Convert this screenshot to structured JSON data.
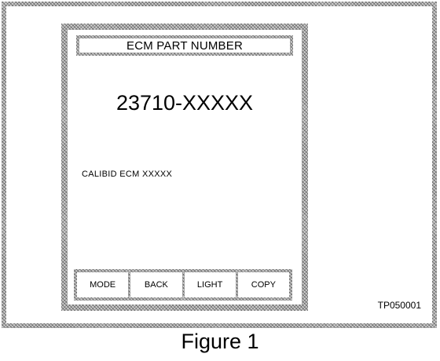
{
  "screen": {
    "title": "ECM PART NUMBER",
    "part_number": "23710-XXXXX",
    "calib_line": "CALIBID ECM  XXXXX"
  },
  "buttons": [
    {
      "label": "MODE"
    },
    {
      "label": "BACK"
    },
    {
      "label": "LIGHT"
    },
    {
      "label": "COPY"
    }
  ],
  "figure": {
    "code": "TP050001",
    "caption": "Figure 1"
  }
}
